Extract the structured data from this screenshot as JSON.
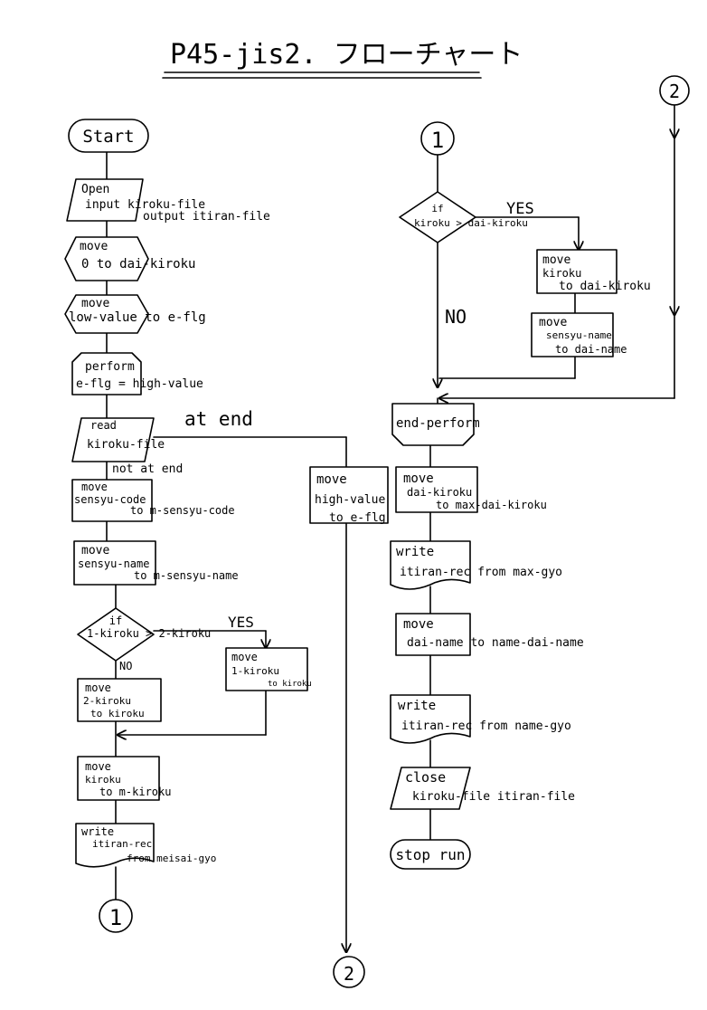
{
  "title": "P45-jis2. フローチャート",
  "connectors": {
    "one": "1",
    "two": "2"
  },
  "left": {
    "start": "Start",
    "open": {
      "l1": "Open",
      "l2": "input kiroku-file",
      "l3": "output itiran-file"
    },
    "move_zero": {
      "l1": "move",
      "l2": "0 to dai-kiroku"
    },
    "move_low": {
      "l1": "move",
      "l2": "low-value to e-flg"
    },
    "perform": {
      "l1": "perform",
      "l2": "e-flg = high-value"
    },
    "read": {
      "l1": "read",
      "l2": "kiroku-file"
    },
    "at_end": "at end",
    "not_at_end": "not at end",
    "move_code": {
      "l1": "move",
      "l2": "sensyu-code",
      "l3": "to m-sensyu-code"
    },
    "move_name": {
      "l1": "move",
      "l2": "sensyu-name",
      "l3": "to m-sensyu-name"
    },
    "if_kiroku": {
      "l1": "if",
      "l2": "1-kiroku > 2-kiroku"
    },
    "yes": "YES",
    "no": "NO",
    "move_k1": {
      "l1": "move",
      "l2": "1-kiroku",
      "l3": "to kiroku"
    },
    "move_k2": {
      "l1": "move",
      "l2": "2-kiroku",
      "l3": "to kiroku"
    },
    "move_mk": {
      "l1": "move",
      "l2": "kiroku",
      "l3": "to m-kiroku"
    },
    "write_meisai": {
      "l1": "write",
      "l2": "itiran-rec",
      "l3": "from meisai-gyo"
    }
  },
  "middle": {
    "move_high": {
      "l1": "move",
      "l2": "high-value",
      "l3": "to e-flg"
    }
  },
  "right": {
    "if_dai": {
      "l1": "if",
      "l2": "kiroku > dai-kiroku"
    },
    "yes": "YES",
    "no": "NO",
    "move_dai": {
      "l1": "move",
      "l2": "kiroku",
      "l3": "to dai-kiroku"
    },
    "move_dainame": {
      "l1": "move",
      "l2": "sensyu-name",
      "l3": "to dai-name"
    },
    "end_perform": "end-perform",
    "move_max": {
      "l1": "move",
      "l2": "dai-kiroku",
      "l3": "to max-dai-kiroku"
    },
    "write_max": {
      "l1": "write",
      "l2": "itiran-rec from max-gyo"
    },
    "move_namedai": {
      "l1": "move",
      "l2": "dai-name to name-dai-name"
    },
    "write_name": {
      "l1": "write",
      "l2": "itiran-rec from name-gyo"
    },
    "close": {
      "l1": "close",
      "l2": "kiroku-file itiran-file"
    },
    "stop": "stop run"
  }
}
